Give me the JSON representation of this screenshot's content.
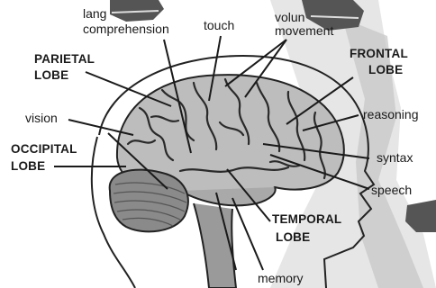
{
  "diagram": {
    "labels": {
      "language_line1": "lang",
      "language_line2": "comprehension",
      "touch": "touch",
      "voluntary_line1": "volun",
      "voluntary_line2": "movement",
      "parietal_line1": "PARIETAL",
      "parietal_line2": "LOBE",
      "frontal_line1": "FRONTAL",
      "frontal_line2": "LOBE",
      "vision": "vision",
      "occipital_line1": "OCCIPITAL",
      "occipital_line2": "LOBE",
      "reasoning": "reasoning",
      "syntax": "syntax",
      "speech": "speech",
      "temporal_line1": "TEMPORAL",
      "temporal_line2": "LOBE",
      "memory": "memory"
    }
  }
}
